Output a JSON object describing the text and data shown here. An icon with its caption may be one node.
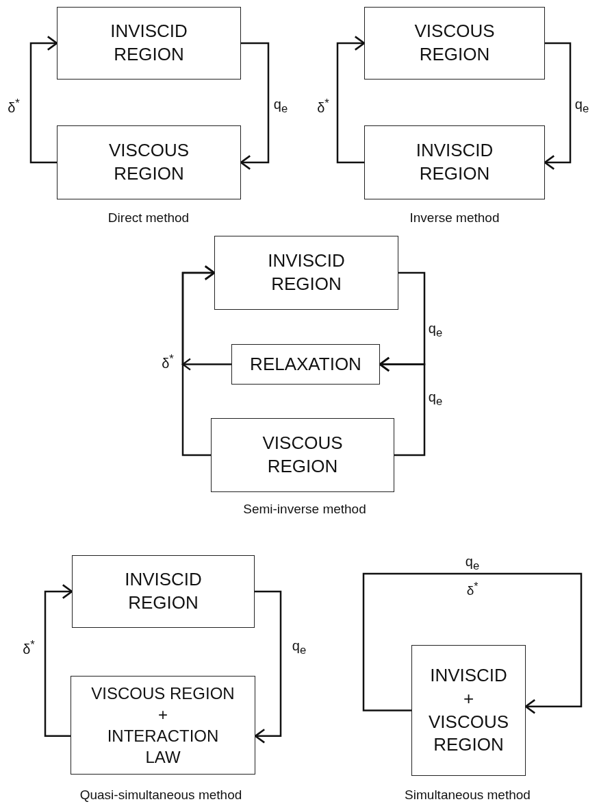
{
  "diagram": {
    "nodes": [
      {
        "text": [
          "INVISCID REGION"
        ]
      },
      {
        "text": [
          "VISCOUS REGION"
        ]
      },
      {
        "text": [
          "VISCOUS REGION"
        ]
      },
      {
        "text": [
          "INVISCID REGION"
        ]
      },
      {
        "text": [
          "INVISCID REGION"
        ]
      },
      {
        "text": [
          "RELAXATION"
        ]
      },
      {
        "text": [
          "VISCOUS REGION"
        ]
      },
      {
        "text": [
          "INVISCID REGION"
        ]
      },
      {
        "text": [
          "VISCOUS REGION",
          "+",
          "INTERACTION LAW"
        ]
      },
      {
        "text": [
          "INVISCID",
          "+",
          "VISCOUS REGION"
        ]
      }
    ],
    "edges": [
      {
        "from": 1,
        "to": 0,
        "arrow": "to",
        "label": "δ$^{*}$"
      },
      {
        "from": 0,
        "to": 1,
        "arrow": "to",
        "label": "q$_{e}$"
      },
      {
        "from": 3,
        "to": 2,
        "arrow": "to",
        "label": "δ$^{*}$"
      },
      {
        "from": 2,
        "to": 3,
        "arrow": "to",
        "label": "q$_{e}$"
      },
      {
        "from": 6,
        "to": 4,
        "arrow": "to"
      },
      {
        "from": 5,
        "to": 4,
        "arrow": "to",
        "label": "δ$^{*}$"
      },
      {
        "from": 4,
        "to": 5,
        "arrow": "to",
        "label": "q$_{e}$"
      },
      {
        "from": 6,
        "to": 5,
        "arrow": "to",
        "label": "q$_{e}$"
      },
      {
        "from": 8,
        "to": 7,
        "arrow": "to",
        "label": "δ$^{*}$"
      },
      {
        "from": 7,
        "to": 8,
        "arrow": "to",
        "label": "q$_{e}$"
      },
      {
        "from": 9,
        "to": 9,
        "arrow": "to",
        "label": "q$_{e}$"
      }
    ],
    "labels": [
      "Direct method",
      "Inverse method",
      "Semi-inverse method",
      "δ$^{*}$",
      "Quasi-simultaneous method",
      "Simultaneous method"
    ]
  }
}
